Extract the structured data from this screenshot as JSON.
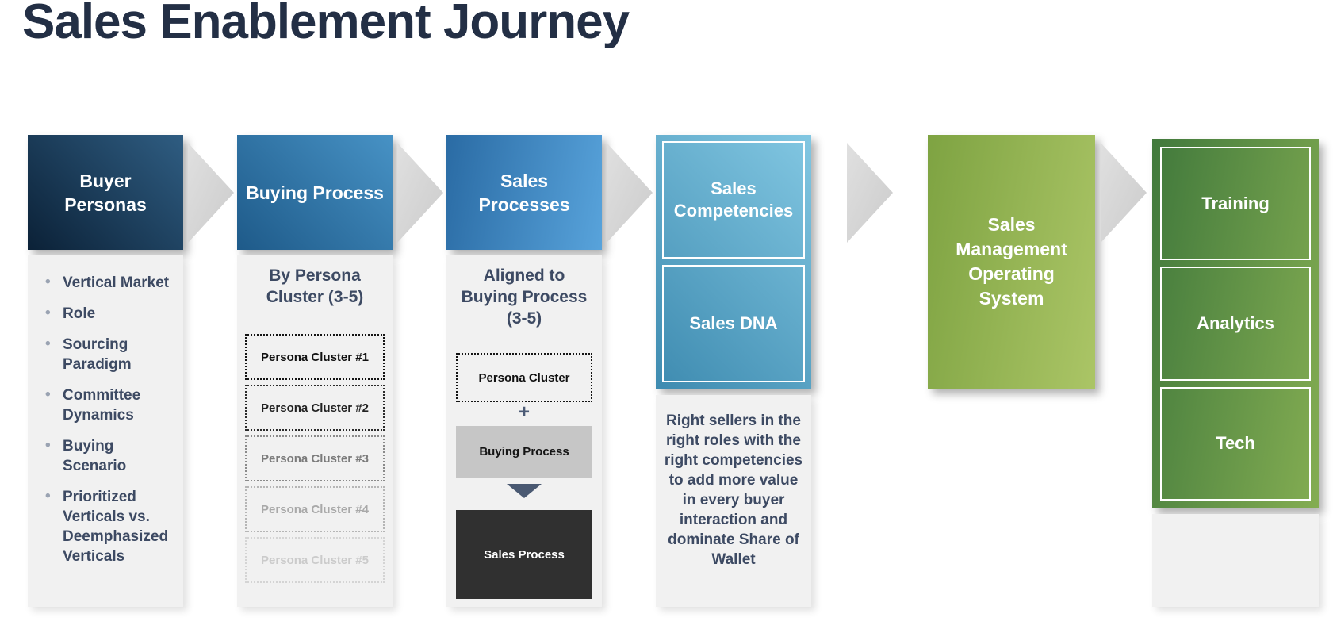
{
  "title": "Sales Enablement Journey",
  "columns": [
    {
      "header": "Buyer Personas",
      "bullets": [
        "Vertical Market",
        "Role",
        "Sourcing Paradigm",
        "Committee Dynamics",
        "Buying Scenario",
        "Prioritized Verticals vs. Deemphasized Verticals"
      ]
    },
    {
      "header": "Buying Process",
      "subtitle": "By Persona Cluster (3-5)",
      "clusters": [
        "Persona Cluster #1",
        "Persona Cluster #2",
        "Persona Cluster #3",
        "Persona Cluster #4",
        "Persona Cluster #5"
      ]
    },
    {
      "header": "Sales Processes",
      "subtitle": "Aligned to Buying Process (3-5)",
      "flow": {
        "persona_cluster": "Persona Cluster",
        "plus": "+",
        "buying_process": "Buying Process",
        "sales_process": "Sales Process"
      }
    },
    {
      "boxes": [
        "Sales Competencies",
        "Sales DNA"
      ],
      "description": "Right sellers in the right roles with the right competencies to add more value in every buyer interaction and dominate Share of Wallet"
    },
    {
      "header": "Sales Management Operating System"
    },
    {
      "boxes": [
        "Training",
        "Analytics",
        "Tech"
      ]
    }
  ],
  "colors": {
    "title_text": "#232f45",
    "body_text": "#3d4a63",
    "panel_bg": "#f1f1f1",
    "arrow_gray": "#d6d6d6",
    "col1_gradient": [
      "#0b2137",
      "#2f5d82"
    ],
    "col2_gradient": [
      "#1e5a89",
      "#4792c5"
    ],
    "col3_gradient": [
      "#2a6ba4",
      "#58a3db"
    ],
    "col4_gradient": [
      "#3e8bb0",
      "#82c7e2"
    ],
    "col5_gradient": [
      "#7ea342",
      "#abc566"
    ],
    "col6_gradient": [
      "#41793c",
      "#84ad52"
    ],
    "buying_process_box_bg": "#c6c6c6",
    "sales_process_box_bg": "#303030"
  }
}
